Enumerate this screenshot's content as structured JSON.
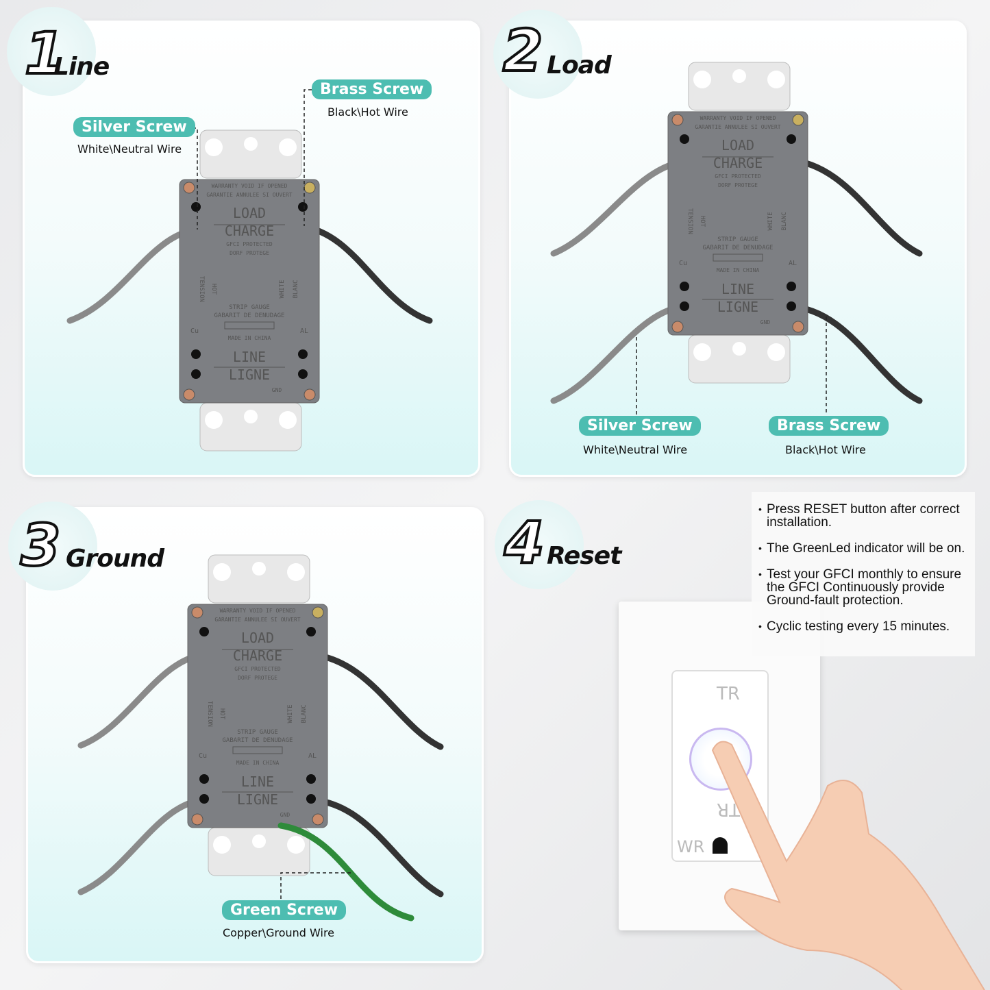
{
  "colors": {
    "accent": "#4dbdb1",
    "outlet_body": "#7d7f83",
    "neutral_wire": "#8a8a8a",
    "hot_wire": "#333333",
    "ground_wire": "#2e8b3a"
  },
  "outlet_back": {
    "warranty_en": "WARRANTY VOID IF OPENED",
    "warranty_fr": "GARANTIE ANNULEE SI OUVERT",
    "load_en": "LOAD",
    "load_fr": "CHARGE",
    "gfci_en": "GFCI PROTECTED",
    "gfci_fr": "DORF PROTEGE",
    "tension": "TENSION",
    "hot": "HOT",
    "white": "WHITE",
    "blanc": "BLANC",
    "strip_en": "STRIP GAUGE",
    "strip_fr": "GABARIT DE DENUDAGE",
    "made": "MADE IN CHINA",
    "line_en": "LINE",
    "line_fr": "LIGNE",
    "gnd": "GND",
    "cu": "Cu",
    "al": "AL"
  },
  "steps": [
    {
      "number": "1",
      "title": "Line",
      "labels": [
        {
          "pill": "Silver Screw",
          "sub": "White\\Neutral Wire"
        },
        {
          "pill": "Brass Screw",
          "sub": "Black\\Hot Wire"
        }
      ]
    },
    {
      "number": "2",
      "title": "Load",
      "labels": [
        {
          "pill": "Silver Screw",
          "sub": "White\\Neutral Wire"
        },
        {
          "pill": "Brass Screw",
          "sub": "Black\\Hot Wire"
        }
      ]
    },
    {
      "number": "3",
      "title": "Ground",
      "labels": [
        {
          "pill": "Green Screw",
          "sub": "Copper\\Ground Wire"
        }
      ]
    },
    {
      "number": "4",
      "title": "Reset",
      "notes": [
        "Press RESET button after correct installation.",
        "The GreenLed indicator will be on.",
        "Test your GFCI monthly to ensure the GFCI Continuously provide Ground-fault protection.",
        "Cyclic testing every 15 minutes."
      ]
    }
  ],
  "outlet_front": {
    "tr_top": "TR",
    "tr_bottom": "TR",
    "wr": "WR"
  }
}
